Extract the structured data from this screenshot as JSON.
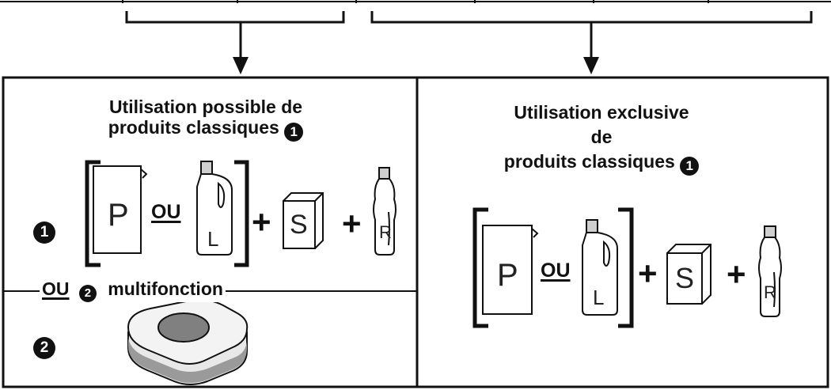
{
  "left_panel": {
    "title_line1": "Utilisation possible de",
    "title_line2": "produits classiques",
    "title_marker": "1",
    "option1_marker": "1",
    "option2_marker": "2",
    "products": {
      "p": "P",
      "l": "L",
      "s": "S",
      "r": "R"
    },
    "ou": "OU",
    "plus": "+",
    "multifonction": {
      "ou": "OU",
      "marker": "2",
      "label": "multifonction"
    }
  },
  "right_panel": {
    "title_line1": "Utilisation exclusive",
    "title_line2": "de",
    "title_line3": "produits classiques",
    "title_marker": "1",
    "products": {
      "p": "P",
      "l": "L",
      "s": "S",
      "r": "R"
    },
    "ou": "OU",
    "plus": "+"
  }
}
